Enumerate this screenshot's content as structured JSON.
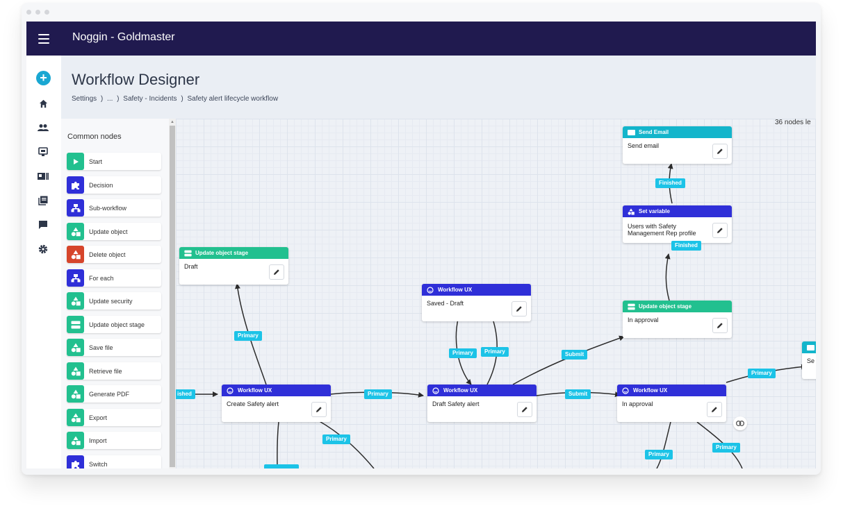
{
  "app": {
    "title": "Noggin - Goldmaster"
  },
  "page": {
    "title": "Workflow Designer",
    "breadcrumb": [
      "Settings",
      ")",
      "...",
      ")",
      "Safety - Incidents",
      ")",
      "Safety alert lifecycle workflow"
    ]
  },
  "rail": {
    "icons": [
      "add-icon",
      "home-icon",
      "people-icon",
      "inbox-icon",
      "card-icon",
      "library-icon",
      "chat-icon",
      "settings-icon"
    ]
  },
  "palette": {
    "title": "Common nodes",
    "items": [
      {
        "label": "Start",
        "icon": "play-icon",
        "color": "#22c08f"
      },
      {
        "label": "Decision",
        "icon": "puzzle-icon",
        "color": "#2f2fd8"
      },
      {
        "label": "Sub-workflow",
        "icon": "hierarchy-icon",
        "color": "#2f2fd8"
      },
      {
        "label": "Update object",
        "icon": "shapes-icon",
        "color": "#22c08f"
      },
      {
        "label": "Delete object",
        "icon": "shapes-icon",
        "color": "#d6452b"
      },
      {
        "label": "For each",
        "icon": "hierarchy-icon",
        "color": "#2f2fd8"
      },
      {
        "label": "Update security",
        "icon": "shapes-icon",
        "color": "#22c08f"
      },
      {
        "label": "Update object stage",
        "icon": "stage-icon",
        "color": "#22c08f"
      },
      {
        "label": "Save file",
        "icon": "shapes-icon",
        "color": "#22c08f"
      },
      {
        "label": "Retrieve file",
        "icon": "shapes-icon",
        "color": "#22c08f"
      },
      {
        "label": "Generate PDF",
        "icon": "shapes-icon",
        "color": "#22c08f"
      },
      {
        "label": "Export",
        "icon": "shapes-icon",
        "color": "#22c08f"
      },
      {
        "label": "Import",
        "icon": "shapes-icon",
        "color": "#22c08f"
      },
      {
        "label": "Switch",
        "icon": "puzzle-icon",
        "color": "#2f2fd8"
      }
    ]
  },
  "canvas": {
    "nodes_left": "36 nodes le",
    "nodes": {
      "send_email": {
        "type": "Send Email",
        "label": "Send email"
      },
      "set_variable": {
        "type": "Set variable",
        "label": "Users with Safety Management Rep profile"
      },
      "stage_draft": {
        "type": "Update object stage",
        "label": "Draft"
      },
      "ux_saved": {
        "type": "Workflow UX",
        "label": "Saved - Draft"
      },
      "stage_approval": {
        "type": "Update object stage",
        "label": "In approval"
      },
      "ux_create": {
        "type": "Workflow UX",
        "label": "Create Safety alert"
      },
      "ux_draft": {
        "type": "Workflow UX",
        "label": "Draft Safety alert"
      },
      "ux_approval": {
        "type": "Workflow UX",
        "label": "In approval"
      },
      "partial_right": {
        "label": "Se"
      }
    },
    "edge_labels": {
      "finished_a": "Finished",
      "finished_b": "Finished",
      "finished_left": "ished",
      "primary_1": "Primary",
      "primary_2": "Primary",
      "primary_3": "Primary",
      "primary_4": "Primary",
      "primary_5": "Primary",
      "primary_6": "Primary",
      "primary_7": "Primary",
      "primary_8": "Primary",
      "submit_1": "Submit",
      "submit_2": "Submit"
    }
  }
}
